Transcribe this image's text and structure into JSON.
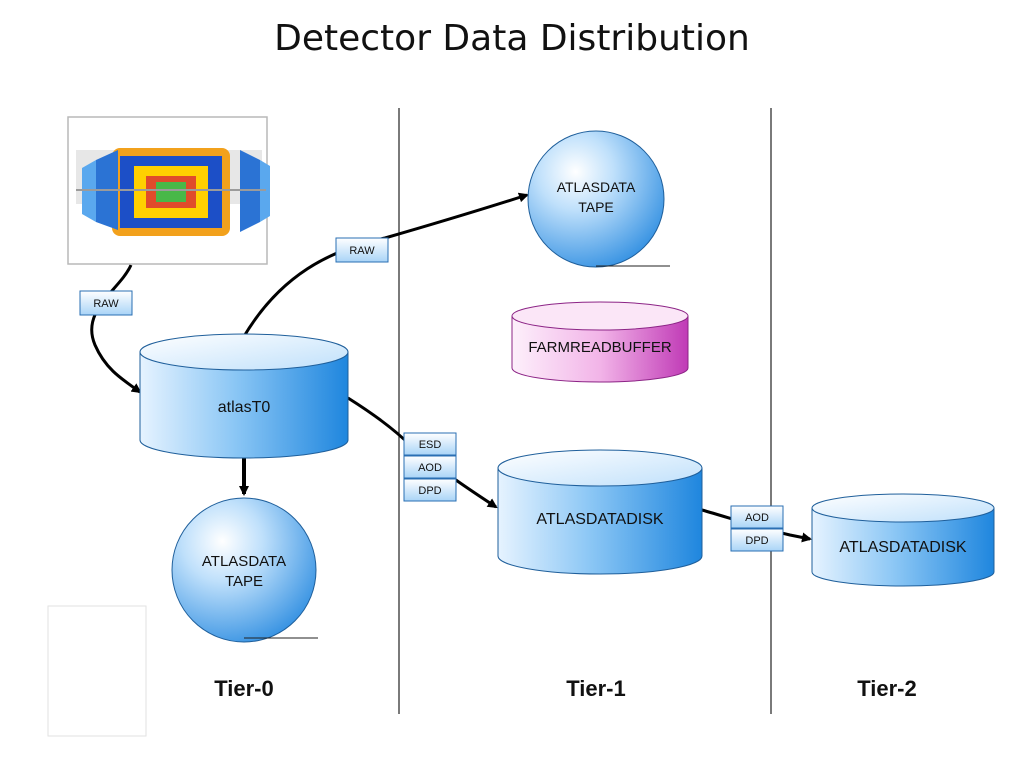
{
  "title": "Detector Data Distribution",
  "tiers": [
    "Tier-0",
    "Tier-1",
    "Tier-2"
  ],
  "nodes": {
    "atlasT0": "atlasT0",
    "tape_t0": [
      "ATLASDATA",
      "TAPE"
    ],
    "tape_t1": [
      "ATLASDATA",
      "TAPE"
    ],
    "farm": "FARMREADBUFFER",
    "disk_t1": "ATLASDATADISK",
    "disk_t2": "ATLASDATADISK"
  },
  "tags": {
    "raw_detector": "RAW",
    "raw_t1": "RAW",
    "t0_to_t1": [
      "ESD",
      "AOD",
      "DPD"
    ],
    "t1_to_t2": [
      "AOD",
      "DPD"
    ]
  },
  "colors": {
    "blue_light": "#d6ecff",
    "blue_dark": "#2a8be0",
    "magenta_light": "#fbe2f6",
    "magenta_dark": "#c43fb8"
  },
  "icons": {
    "detector": "atlas-detector-image"
  }
}
